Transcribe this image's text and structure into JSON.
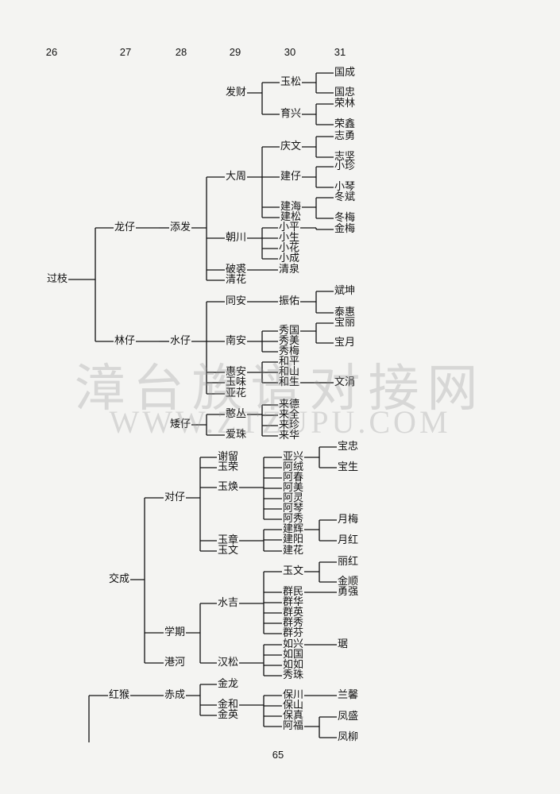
{
  "generations": [
    "26",
    "27",
    "28",
    "29",
    "30",
    "31"
  ],
  "names": {
    "guozhi": "过枝",
    "longzai": "龙仔",
    "linzai": "林仔",
    "tianfa": "添发",
    "shuizai": "水仔",
    "aizai": "矮仔",
    "dazhou": "大周",
    "chaochuan": "朝川",
    "poyan": "破裘",
    "qinghua": "清花",
    "tongan": "同安",
    "nanan": "南安",
    "huian": "惠安",
    "yuwei": "玉味",
    "yahua": "亚花",
    "micong": "憨丛",
    "aizhu": "爱珠",
    "facai": "发财",
    "yusong": "玉松",
    "yuxing": "育兴",
    "guocheng": "国成",
    "guozhong": "国忠",
    "ronglin": "荣林",
    "rongxin": "荣鑫",
    "qingwen": "庆文",
    "jianzai": "建仔",
    "jianhai": "建海",
    "jiansong": "建松",
    "zhiyong": "志勇",
    "zhijian": "志坚",
    "xiaozhen": "小珍",
    "xiaoqin": "小琴",
    "dongbin": "冬斌",
    "dongmei": "冬梅",
    "xiaoping": "小平",
    "xiaosheng": "小生",
    "xiaohua": "小花",
    "xiaocheng": "小成",
    "jinmei": "金梅",
    "qingquan": "清泉",
    "zhenyou": "振佑",
    "binkun": "斌坤",
    "taihui": "泰惠",
    "baoli": "宝丽",
    "baoyue": "宝月",
    "xiuguo": "秀国",
    "xiumei": "秀美",
    "xiumei2": "秀梅",
    "heping": "和平",
    "heshan": "和山",
    "hesheng": "和生",
    "wenjuan": "文涓",
    "laide": "来德",
    "laiquan": "来全",
    "laizhen": "来珍",
    "laihua": "来华",
    "jiaocheng": "交成",
    "duizai": "对仔",
    "xueqi": "学期",
    "ganghe": "港河",
    "xieliu": "谢留",
    "yurong": "玉荣",
    "yuhuan": "玉焕",
    "yuzhang": "玉章",
    "yuwen": "玉文",
    "yaxing": "亚兴",
    "arong": "阿绒",
    "achun": "阿春",
    "amei": "阿美",
    "aling": "阿灵",
    "aqin": "阿琴",
    "axiu": "阿秀",
    "baozhong": "宝忠",
    "baosheng": "宝生",
    "jianhui": "建辉",
    "jianyang": "建阳",
    "jianhua": "建花",
    "yuemei": "月梅",
    "yuehong": "月红",
    "shuiji": "水吉",
    "hansong": "汉松",
    "yuwen2": "玉文",
    "lihong": "丽红",
    "jinshun": "金顺",
    "qunmin": "群民",
    "qunhua": "群华",
    "qunying": "群英",
    "qunxiu": "群秀",
    "qunfen": "群芬",
    "yongqiang": "勇强",
    "ruxing": "如兴",
    "ruguo": "如国",
    "ruru": "如如",
    "xiuzhu": "秀珠",
    "ju": "琚",
    "honghou": "红猴",
    "chicheng": "赤成",
    "jinlong": "金龙",
    "jinhe": "金和",
    "jinying": "金英",
    "baochuan": "保川",
    "baoshan": "保山",
    "baozhen": "保真",
    "afu": "阿福",
    "lanxin": "兰馨",
    "fengsheng": "凤盛",
    "fengliu": "凤柳"
  },
  "watermark": {
    "line1": "漳台族谱对接网",
    "line2": "WWW.ZTZUPU.COM"
  },
  "page_number": "65"
}
